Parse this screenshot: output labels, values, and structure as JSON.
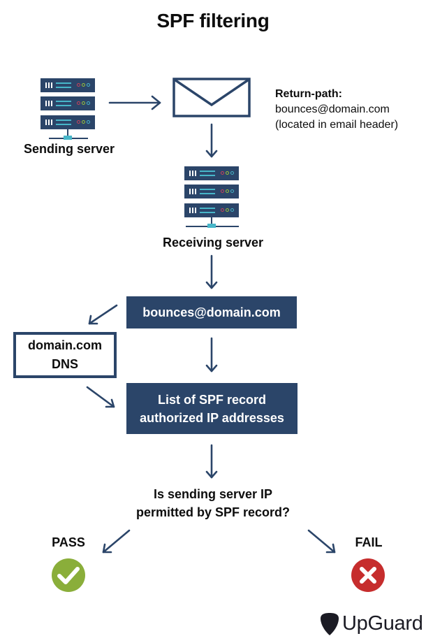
{
  "title": "SPF filtering",
  "sending_server": {
    "label": "Sending server",
    "icon": "server-icon"
  },
  "envelope": {
    "icon": "envelope-icon"
  },
  "return_path": {
    "title": "Return-path:",
    "address": "bounces@domain.com",
    "note": "(located in email header)"
  },
  "receiving_server": {
    "label": "Receiving server",
    "icon": "server-icon"
  },
  "bounce_box": {
    "label": "bounces@domain.com"
  },
  "dns_box": {
    "line1": "domain.com",
    "line2": "DNS"
  },
  "spf_list_box": {
    "line1": "List of SPF record",
    "line2": "authorized IP addresses"
  },
  "question": {
    "line1": "Is sending server IP",
    "line2": "permitted by SPF record?"
  },
  "outcomes": {
    "pass": {
      "label": "PASS",
      "icon": "checkmark-icon",
      "color": "#8aae3a"
    },
    "fail": {
      "label": "FAIL",
      "icon": "x-icon",
      "color": "#c62d2d"
    }
  },
  "brand": {
    "name": "UpGuard",
    "icon": "upguard-logo-icon"
  },
  "colors": {
    "navy": "#2b4569",
    "teal": "#47b6c9"
  }
}
